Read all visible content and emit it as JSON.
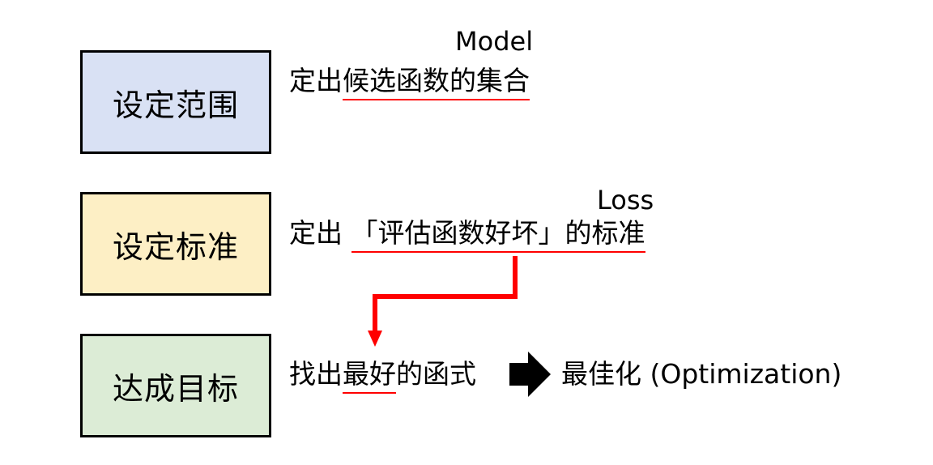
{
  "colors": {
    "box_range": "#d9e1f4",
    "box_criteria": "#fdefc5",
    "box_goal": "#dcecd6",
    "accent_red": "#ff0000",
    "arrow_black": "#000000"
  },
  "steps": [
    {
      "label": "设定范围"
    },
    {
      "label": "设定标准"
    },
    {
      "label": "达成目标"
    }
  ],
  "row1": {
    "annotation": "Model",
    "prefix": "定出",
    "underlined": "候选函数的集合"
  },
  "row2": {
    "annotation": "Loss",
    "prefix": "定出 ",
    "underlined": "「评估函数好坏」的标准"
  },
  "row3": {
    "prefix": "找出",
    "underlined": "最好",
    "suffix": "的函式",
    "arrow_icon": "right-arrow-icon",
    "result": "最佳化 (Optimization)"
  }
}
